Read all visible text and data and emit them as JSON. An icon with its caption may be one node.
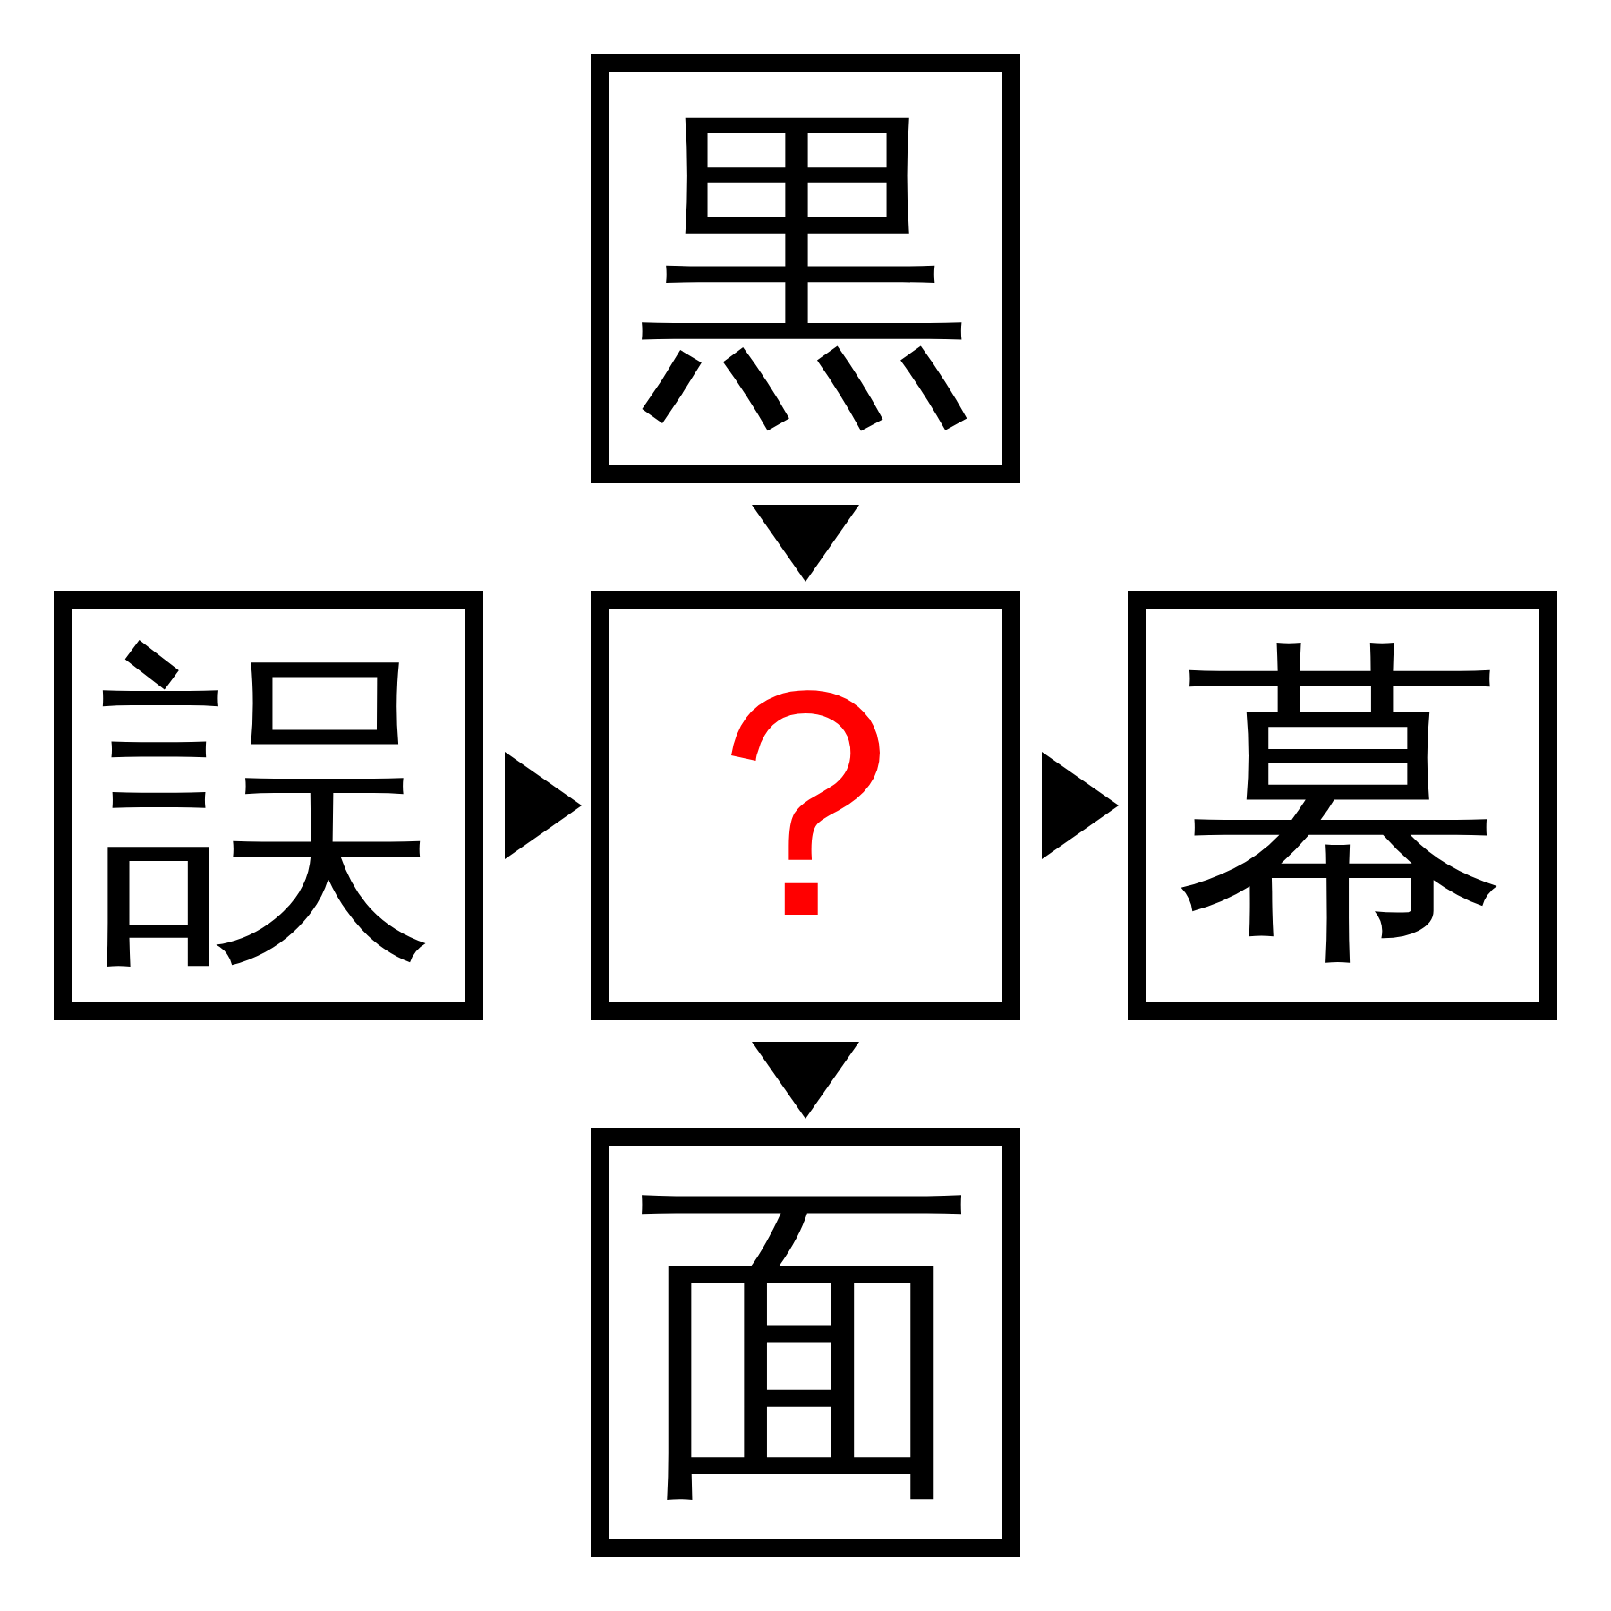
{
  "diagram": {
    "nodes": [
      {
        "text": [
          "黒"
        ]
      },
      {
        "text": [
          "誤"
        ]
      },
      {
        "text": [
          "？"
        ]
      },
      {
        "text": [
          "幕"
        ]
      },
      {
        "text": [
          "面"
        ]
      }
    ],
    "edges": [
      {
        "from": 0,
        "to": 2,
        "arrow": "to"
      },
      {
        "from": 1,
        "to": 2,
        "arrow": "to"
      },
      {
        "from": 2,
        "to": 3,
        "arrow": "to"
      },
      {
        "from": 2,
        "to": 4,
        "arrow": "to"
      }
    ]
  }
}
